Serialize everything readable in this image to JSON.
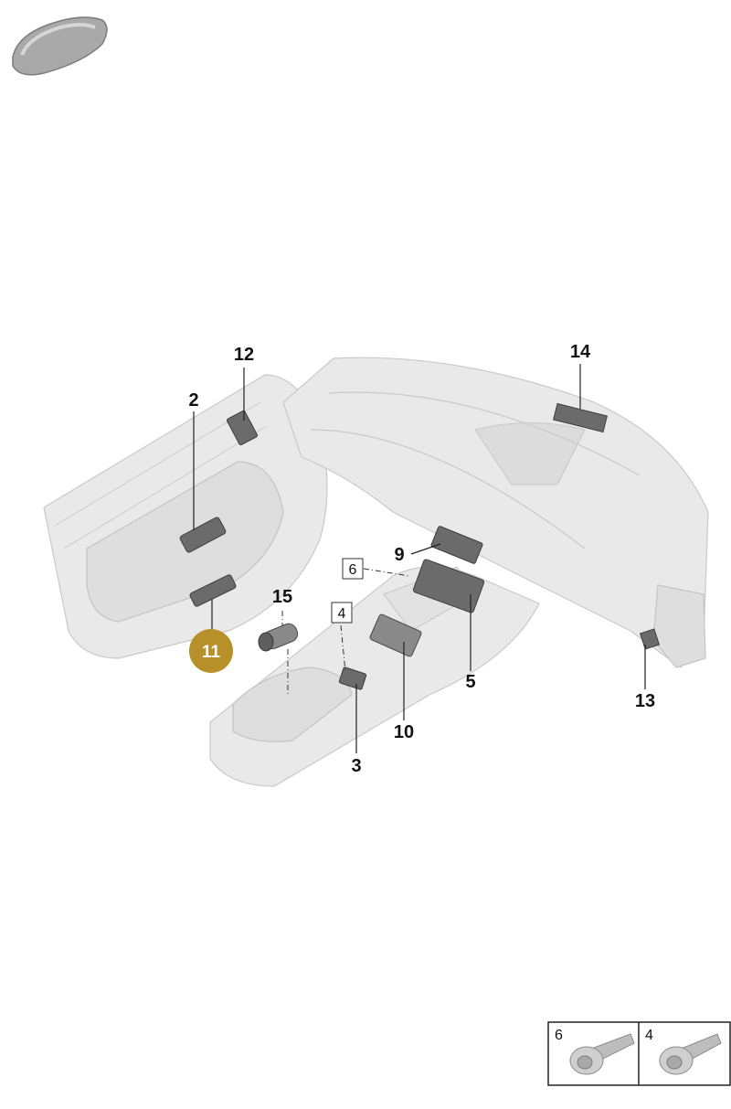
{
  "callouts": {
    "c2": "2",
    "c3": "3",
    "c5": "5",
    "c9": "9",
    "c10": "10",
    "c12": "12",
    "c13": "13",
    "c14": "14",
    "c15": "15"
  },
  "boxed_refs": {
    "b6": "6",
    "b4": "4"
  },
  "highlight": {
    "label": "11",
    "color": "#b8902a"
  },
  "fastener_legend": {
    "left_label": "6",
    "right_label": "4"
  },
  "colors": {
    "trim": "#e9e9e9",
    "part": "#6b6b6b"
  }
}
